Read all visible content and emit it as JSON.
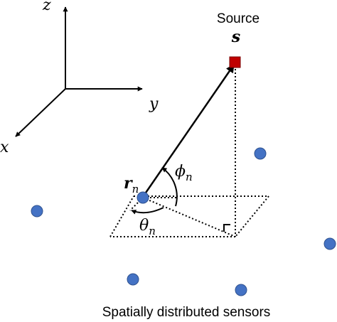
{
  "axes": {
    "z_label": "z",
    "y_label": "y",
    "x_label": "x"
  },
  "source": {
    "title": "Source",
    "symbol": "s",
    "color": "#c00000"
  },
  "sensor_position": {
    "symbol": "r",
    "subscript": "n"
  },
  "angles": {
    "elevation_symbol": "ϕ",
    "elevation_subscript": "n",
    "azimuth_symbol": "θ",
    "azimuth_subscript": "n"
  },
  "sensors": {
    "color": "#4472c4",
    "caption": "Spatially distributed sensors"
  }
}
